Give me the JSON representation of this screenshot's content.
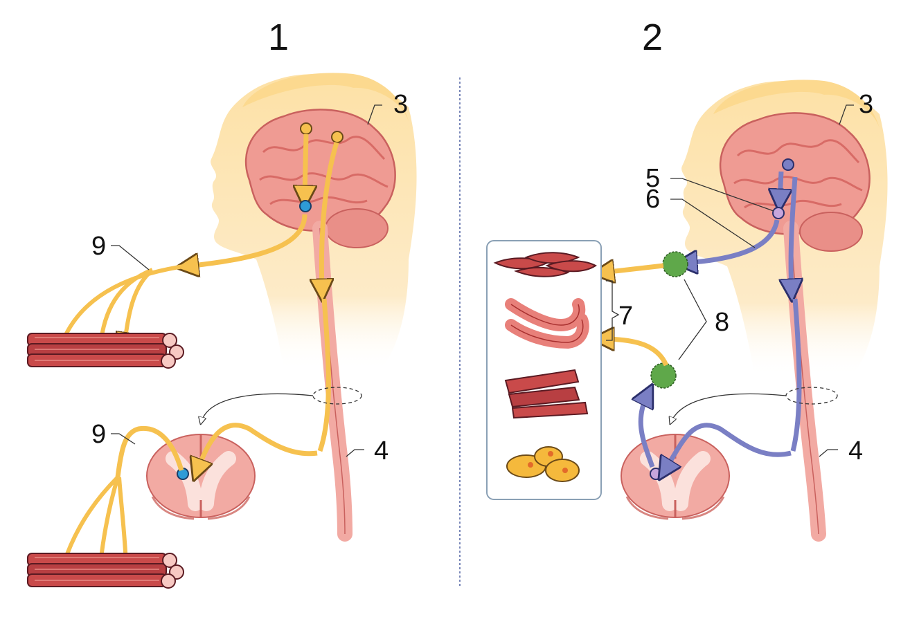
{
  "panels": [
    {
      "number": "1",
      "labels": {
        "brain": "3",
        "spinal_cord": "4",
        "somatic_nerve_upper": "9",
        "somatic_nerve_lower": "9"
      }
    },
    {
      "number": "2",
      "labels": {
        "brain": "3",
        "spinal_cord": "4",
        "preganglionic_neuron": "5",
        "preganglionic_fiber": "6",
        "effectors": "7",
        "ganglia": "8"
      }
    }
  ],
  "colors": {
    "skin": "#fde1a6",
    "hair": "#fcd98f",
    "brain": "#ef9b93",
    "brain_dark": "#d86b66",
    "cord": "#f2aaa3",
    "muscle": "#c94a4a",
    "somatic_pathway": "#f6c14f",
    "autonomic_pathway": "#7a7fc4",
    "ganglion": "#5fa84a",
    "neuron_blue": "#2e9bd6",
    "neuron_violet": "#c7a6dc",
    "box_border": "#8aa0b5",
    "fat_cell": "#f5b93c",
    "divider": "#4b5fa0"
  },
  "icons": {
    "brain": "brain-icon",
    "muscle": "muscle-bundle-icon",
    "spinal_cord_section": "spinal-cord-section-icon",
    "smooth_muscle": "smooth-muscle-cells-icon",
    "gland": "gland-icon",
    "cardiac_muscle": "cardiac-muscle-icon",
    "adipose": "adipose-cells-icon"
  }
}
